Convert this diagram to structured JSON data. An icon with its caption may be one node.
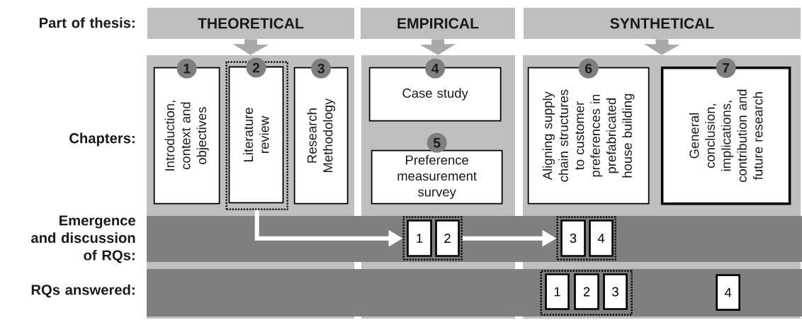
{
  "diagram": {
    "nodes": [
      {
        "text": [
          "THEORETICAL"
        ]
      },
      {
        "text": [
          "EMPIRICAL"
        ]
      },
      {
        "text": [
          "SYNTHETICAL"
        ]
      },
      {
        "text": [],
        "shape": "box"
      },
      {
        "text": [],
        "shape": "box"
      },
      {
        "text": [],
        "shape": "box"
      },
      {
        "text": [
          "1",
          "Introduction, context and objectives"
        ],
        "in": 3
      },
      {
        "text": [],
        "shape": "box",
        "in": 3
      },
      {
        "text": [
          "2",
          "Literature review"
        ],
        "in": 7
      },
      {
        "text": [
          "3",
          "Research Methodology"
        ],
        "in": 3
      },
      {
        "text": [
          "4",
          "Case study"
        ],
        "in": 4
      },
      {
        "text": [
          "5",
          "Preference measurement survey"
        ],
        "in": 4
      },
      {
        "text": [
          "6",
          "Aligning supply chain structures to customer preferences in prefabricated house building"
        ],
        "in": 5
      },
      {
        "text": [
          "7",
          "General conclusion, implications, contribution and future research"
        ],
        "in": 5
      },
      {
        "text": [],
        "shape": "box",
        "in": 4
      },
      {
        "text": [
          "1"
        ],
        "in": 14
      },
      {
        "text": [
          "2"
        ],
        "in": 14
      },
      {
        "text": [],
        "shape": "box",
        "in": 5
      },
      {
        "text": [
          "3"
        ],
        "in": 17
      },
      {
        "text": [
          "4"
        ],
        "in": 17
      },
      {
        "text": [],
        "shape": "box",
        "in": 5
      },
      {
        "text": [
          "1"
        ],
        "in": 20
      },
      {
        "text": [
          "2"
        ],
        "in": 20
      },
      {
        "text": [
          "3"
        ],
        "in": 20
      },
      {
        "text": [
          "4"
        ],
        "in": 5
      }
    ],
    "edges": [
      {
        "from": 0,
        "to": 3,
        "arrow": "to"
      },
      {
        "from": 1,
        "to": 4,
        "arrow": "to"
      },
      {
        "from": 2,
        "to": 5,
        "arrow": "to"
      },
      {
        "from": 7,
        "to": 14,
        "arrow": "to",
        "color": "#ffffff"
      },
      {
        "from": 14,
        "to": 17,
        "arrow": "to",
        "color": "#ffffff"
      }
    ],
    "labels": [
      "Part of thesis:",
      "Chapters:",
      "Emergence and discussion of RQs:",
      "RQs answered:"
    ]
  }
}
